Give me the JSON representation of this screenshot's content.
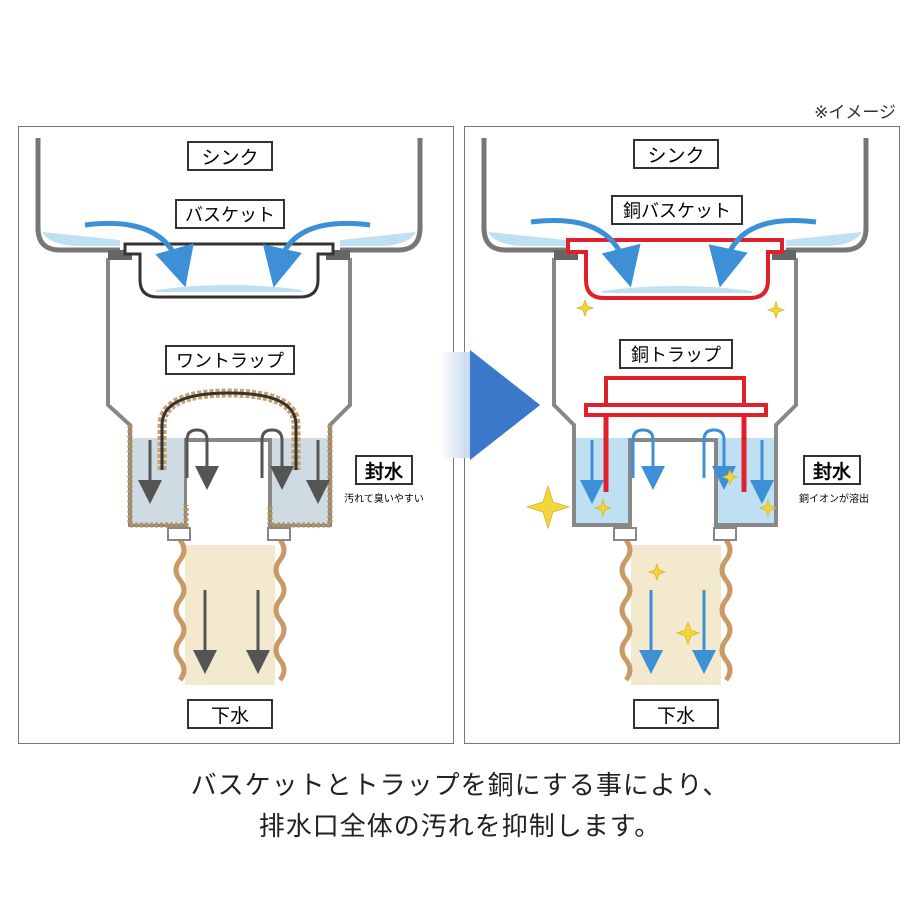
{
  "note": "※イメージ",
  "left_panel": {
    "sink_label": "シンク",
    "basket_label": "バスケット",
    "trap_label": "ワントラップ",
    "seal_label": "封水",
    "seal_note": "汚れて臭いやすい",
    "drain_label": "下水"
  },
  "right_panel": {
    "sink_label": "シンク",
    "basket_label": "銅バスケット",
    "trap_label": "銅トラップ",
    "seal_label": "封水",
    "seal_note": "銅イオンが溶出",
    "drain_label": "下水"
  },
  "caption": {
    "line1": "バスケットとトラップを銅にする事により、",
    "line2": "排水口全体の汚れを抑制します。"
  },
  "colors": {
    "copper_red": "#e0202a",
    "water_blue": "#bfe0f2",
    "dirty_seal": "#c8b48a",
    "drain_pipe_fill": "#f3e9cf",
    "pipe_wall": "#c99a66",
    "flow_blue": "#3d8fd6",
    "flow_gray": "#555555",
    "sparkle": "#f2d63a",
    "arrow_gradient_end": "#3b78c9"
  }
}
